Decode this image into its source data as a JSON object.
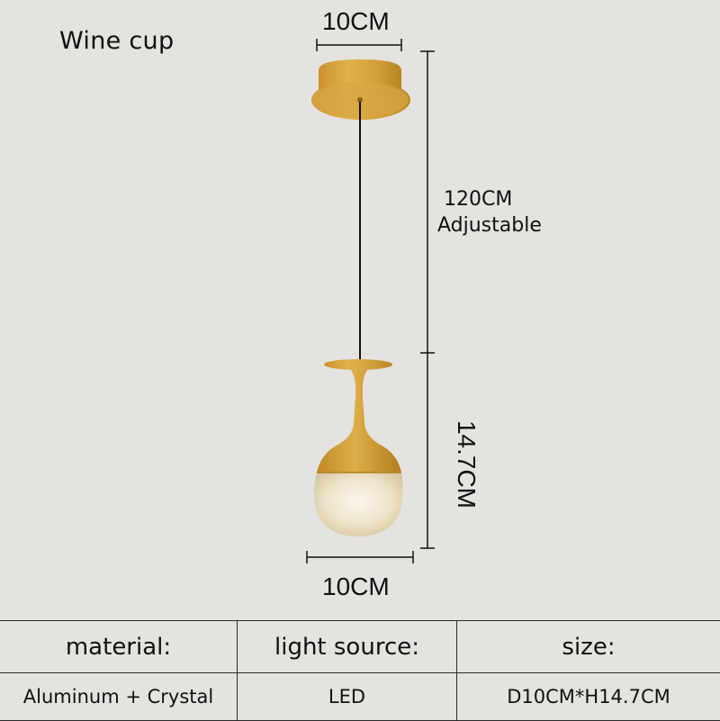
{
  "title": "Wine cup",
  "dimensions": {
    "canopy_width": "10CM",
    "cable_length": "120CM",
    "cable_note": "Adjustable",
    "shade_height": "14.7CM",
    "shade_width": "10CM"
  },
  "colors": {
    "background": "#e4e3e0",
    "gold": "#d3a23a",
    "gold_dark": "#b88420",
    "line": "#111111"
  },
  "spec_table": {
    "headers": [
      "material:",
      "light source:",
      "size:"
    ],
    "values": [
      "Aluminum + Crystal",
      "LED",
      "D10CM*H14.7CM"
    ]
  }
}
